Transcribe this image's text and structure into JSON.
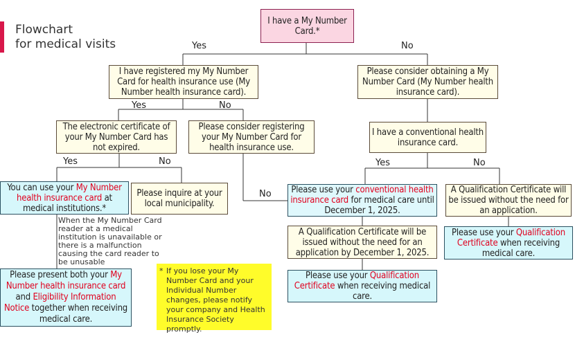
{
  "title": {
    "line1": "Flowchart",
    "line2": "for medical visits"
  },
  "nodes": {
    "start": "I have a My Number Card.*",
    "registered": "I have registered my My Number Card for health insurance use (My Number health insurance card).",
    "consider_obtaining": "Please consider obtaining a My Number Card (My Number health insurance card).",
    "cert_not_expired": "The electronic certificate of your My Number Card has not expired.",
    "consider_registering": "Please consider registering your My Number Card for health insurance use.",
    "have_conventional": "I have a conventional health insurance card.",
    "can_use": {
      "pre": "You can use your ",
      "red": "My Number health insurance card",
      "post": " at medical institutions.*"
    },
    "inquire": "Please inquire at your local municipality.",
    "use_conventional": {
      "pre": "Please use your ",
      "red": "conventional health insurance card",
      "post": " for medical care until December 1, 2025."
    },
    "qc_issued_right": "A Qualification Certificate will be issued without the need for an application.",
    "qc_issued_mid": "A Qualification Certificate will be issued without the need for an application by December 1, 2025.",
    "use_qc_right": {
      "pre": "Please use your ",
      "red": "Qualification Certificate",
      "post": " when receiving medical care."
    },
    "use_qc_mid": {
      "pre": "Please use your ",
      "red": "Qualification Certificate",
      "post": " when receiving medical care."
    },
    "present_both": {
      "pre": "Please present both your ",
      "red1": "My Number health insurance card",
      "mid": " and ",
      "red2": "Eligibility Information Notice",
      "post": " together when receiving medical care."
    }
  },
  "edge_labels": {
    "yes_1": "Yes",
    "no_1": "No",
    "yes_2": "Yes",
    "no_2": "No",
    "yes_3": "Yes",
    "no_3": "No",
    "yes_4": "Yes",
    "no_4": "No",
    "no_5": "No"
  },
  "note": "When the My Number Card reader at a medical institution is unavailable or there is a malfunction causing the card reader to be unusable",
  "footnote": {
    "mark": "*",
    "text": "If you lose your My Number Card and your Individual Number changes, please notify your company and Health Insurance Society promptly."
  },
  "colors": {
    "accent": "#d8174a",
    "highlight_text": "#e0001e",
    "start_fill": "#fbd6e2",
    "decision_fill": "#fffde8",
    "result_fill": "#d6f7fb",
    "footnote_fill": "#fffc2a"
  }
}
